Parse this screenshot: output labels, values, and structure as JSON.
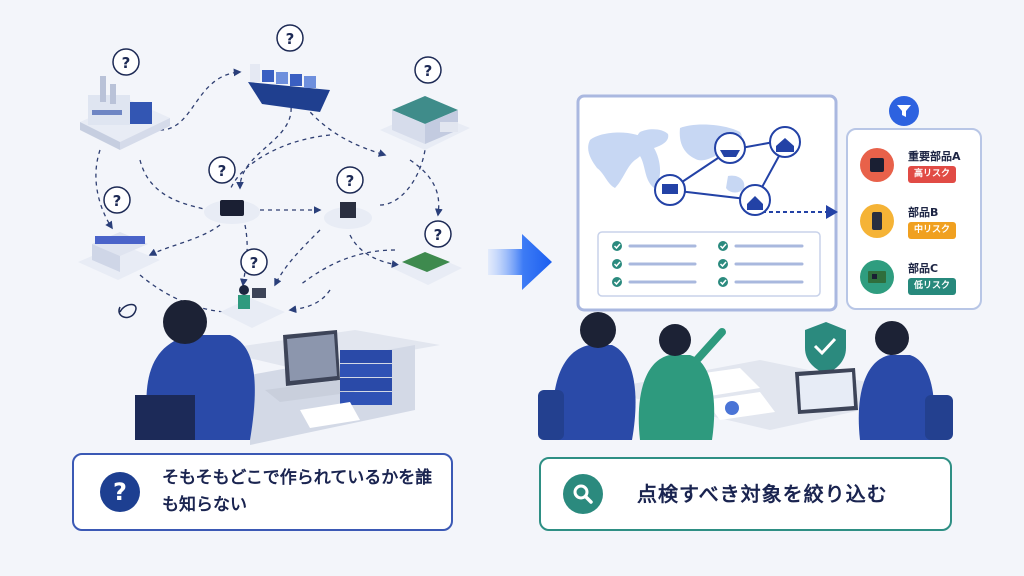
{
  "left_panel": {
    "caption": "そもそもどこで作られているかを誰も知らない",
    "question_mark": "?"
  },
  "right_panel": {
    "caption": "点検すべき対象を絞り込む"
  },
  "parts": [
    {
      "name": "重要部品A",
      "risk": "高リスク",
      "risk_color": "#e14b45",
      "icon_color": "#e8614a"
    },
    {
      "name": "部品B",
      "risk": "中リスク",
      "risk_color": "#f0a020",
      "icon_color": "#f5b336"
    },
    {
      "name": "部品C",
      "risk": "低リスク",
      "risk_color": "#27897c",
      "icon_color": "#2f9d7f"
    }
  ],
  "colors": {
    "navy": "#1d3f91",
    "teal": "#2b8a7e",
    "arrow_blue": "#1b63f0",
    "map_blue": "#c7d7f3",
    "dashboard_border": "#aab8e0"
  },
  "icons": [
    "question-icon",
    "magnifier-icon",
    "filter-icon",
    "shield-check-icon",
    "check-icon",
    "arrow-right-icon"
  ]
}
